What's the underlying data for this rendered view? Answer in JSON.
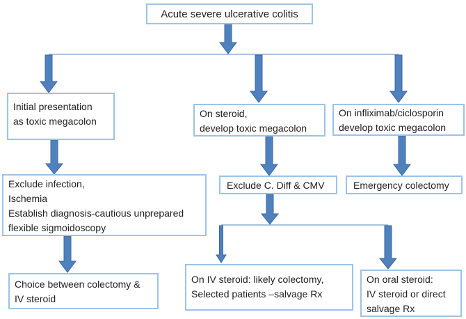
{
  "title": "Acute severe ulcerative colitis management flowchart",
  "colors": {
    "background": "#ffffff",
    "box_border": "#9dc3e6",
    "arrow_fill": "#4f81bd",
    "arrow_border": "#3c67a5",
    "connector": "#8fafd4",
    "text": "#212121"
  },
  "nodes": {
    "root": {
      "text": "Acute severe ulcerative colitis"
    },
    "initial_presentation": {
      "text": "Initial presentation\nas toxic megacolon"
    },
    "on_steroid": {
      "text": "On steroid,\ndevelop toxic megacolon"
    },
    "on_infliximab": {
      "text": "On infliximab/ciclosporin\ndevelop toxic megacolon"
    },
    "exclude_infection": {
      "text": "Exclude infection,\nIschemia\nEstablish diagnosis-cautious unprepared\nflexible sigmoidoscopy"
    },
    "exclude_cdiff": {
      "text": "Exclude C. Diff & CMV"
    },
    "emergency_colectomy": {
      "text": "Emergency colectomy"
    },
    "choice_colectomy": {
      "text": "Choice between colectomy &\nIV steroid"
    },
    "on_iv_steroid": {
      "text": "On IV steroid: likely colectomy,\nSelected patients –salvage Rx"
    },
    "on_oral_steroid": {
      "text": "On oral steroid:\nIV steroid or direct\nsalvage Rx"
    }
  }
}
